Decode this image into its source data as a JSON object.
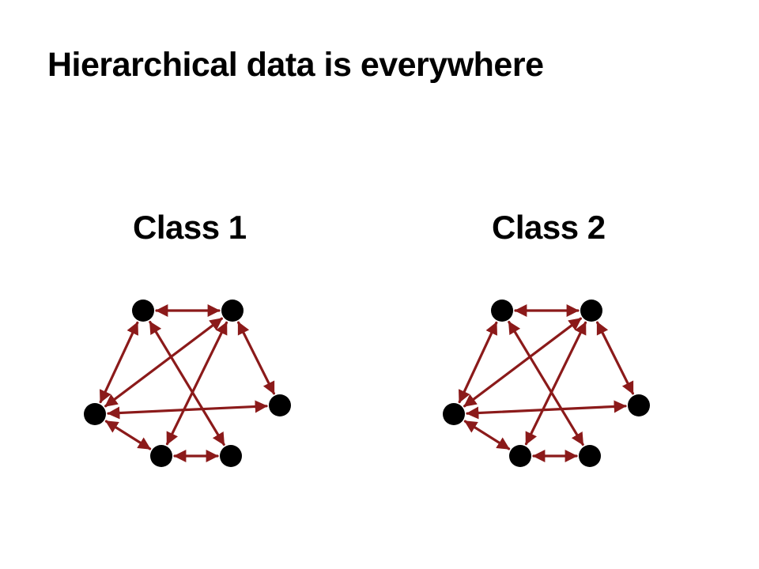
{
  "slide": {
    "title": "Hierarchical data is everywhere"
  },
  "classes": [
    {
      "label": "Class 1"
    },
    {
      "label": "Class 2"
    }
  ],
  "colors": {
    "arrow": "#8b1a1a",
    "figure": "#111111",
    "background": "#ffffff"
  },
  "network": {
    "figure_icon": "stick-figure-with-sunglasses",
    "edge_style": "double-headed-arrow",
    "node_count": 6,
    "edges": [
      [
        0,
        1
      ],
      [
        0,
        2
      ],
      [
        0,
        5
      ],
      [
        1,
        2
      ],
      [
        1,
        3
      ],
      [
        1,
        4
      ],
      [
        2,
        3
      ],
      [
        2,
        4
      ],
      [
        4,
        5
      ]
    ]
  }
}
